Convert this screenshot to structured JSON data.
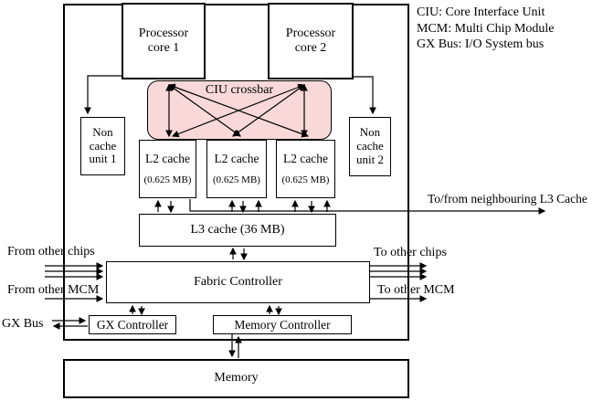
{
  "legend": {
    "line1": "CIU: Core Interface Unit",
    "line2": "MCM: Multi Chip Module",
    "line3": "GX Bus: I/O System bus"
  },
  "blocks": {
    "processor_core_1": {
      "line1": "Processor",
      "line2": "core 1"
    },
    "processor_core_2": {
      "line1": "Processor",
      "line2": "core 2"
    },
    "ciu_crossbar": {
      "label": "CIU crossbar"
    },
    "non_cache_unit_1": {
      "line1": "Non",
      "line2": "cache",
      "line3": "unit 1"
    },
    "non_cache_unit_2": {
      "line1": "Non",
      "line2": "cache",
      "line3": "unit 2"
    },
    "l2_caches": [
      {
        "label": "L2 cache",
        "size": "(0.625 MB)"
      },
      {
        "label": "L2 cache",
        "size": "(0.625 MB)"
      },
      {
        "label": "L2 cache",
        "size": "(0.625 MB)"
      }
    ],
    "l3_cache": {
      "label": "L3 cache (36 MB)"
    },
    "fabric_controller": {
      "label": "Fabric Controller"
    },
    "gx_controller": {
      "label": "GX Controller"
    },
    "memory_controller": {
      "label": "Memory Controller"
    },
    "memory": {
      "label": "Memory"
    }
  },
  "annotations": {
    "to_from_neighbouring_l3": "To/from neighbouring L3 Cache",
    "from_other_chips": "From other chips",
    "from_other_mcm": "From other MCM",
    "gx_bus": "GX Bus",
    "to_other_chips": "To other chips",
    "to_other_mcm": "To other MCM"
  },
  "colors": {
    "crossbar_fill": "#f8d8d8",
    "line": "#000000",
    "background": "#ffffff"
  }
}
